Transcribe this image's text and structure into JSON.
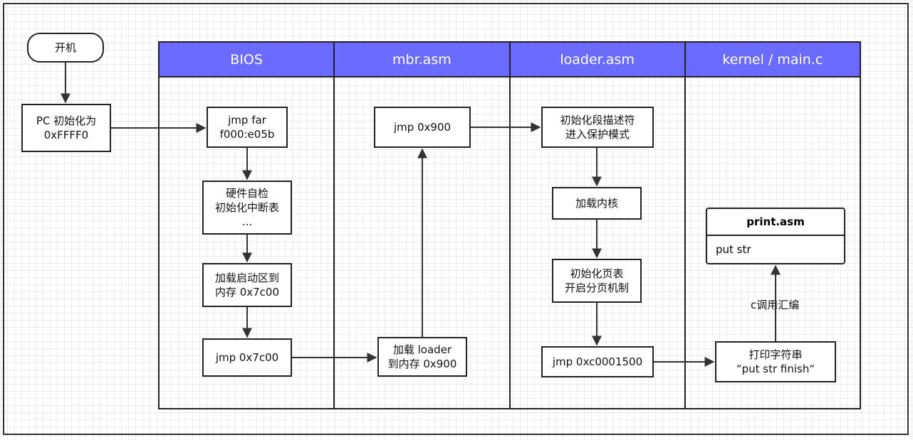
{
  "start_node": "开机",
  "init_node": "PC 初始化为\n0xFFFF0",
  "lanes": [
    "BIOS",
    "mbr.asm",
    "loader.asm",
    "kernel / main.c"
  ],
  "bios": {
    "jmp_far": "jmp far\nf000:e05b",
    "self_check": "硬件自检\n初始化中断表\n...",
    "load_boot": "加载启动区到\n内存 0x7c00",
    "jmp_7c00": "jmp 0x7c00"
  },
  "mbr": {
    "jmp_900": "jmp 0x900",
    "load_loader": "加载 loader\n到内存 0x900"
  },
  "loader": {
    "init_gdt": "初始化段描述符\n进入保护模式",
    "load_kernel": "加载内核",
    "init_paging": "初始化页表\n开启分页机制",
    "jmp_kernel": "jmp 0xc0001500"
  },
  "kernel": {
    "print_str": "打印字符串\n“put str finish“",
    "edge_label": "c调用汇编",
    "print_asm": {
      "title": "print.asm",
      "member": "put  str"
    }
  }
}
